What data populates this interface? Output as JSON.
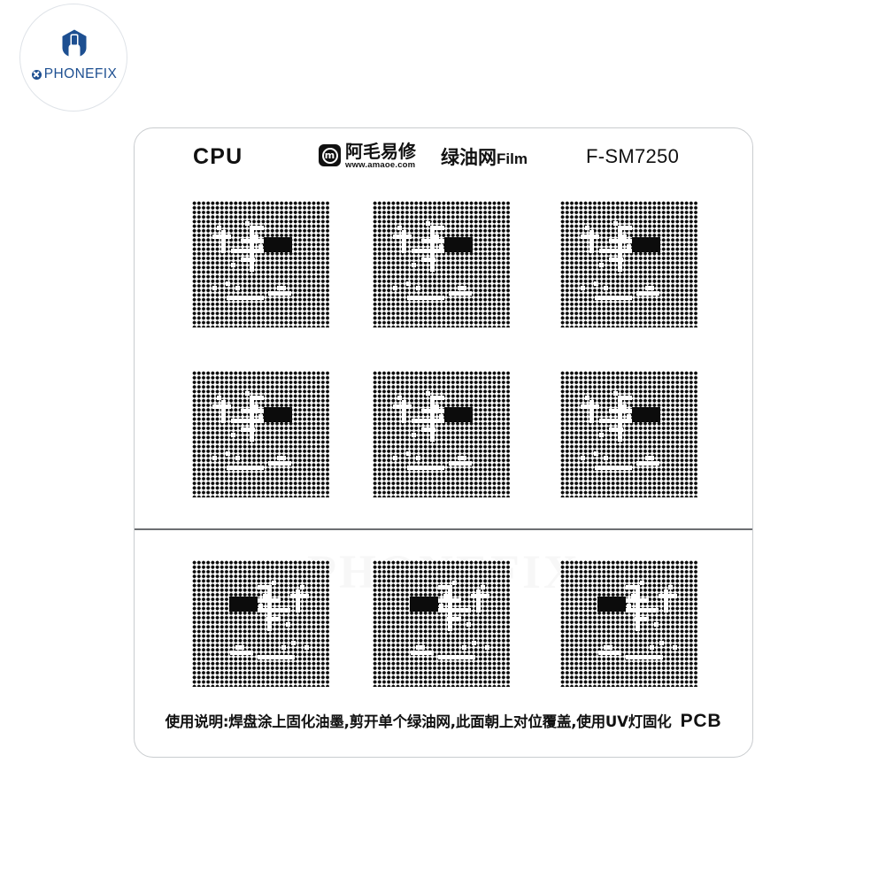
{
  "brand": {
    "name": "PHONEFIX",
    "logo_icon": "phonefix-hexagon-phone-logo",
    "mark_icon": "circle-x-icon",
    "accent_color": "#1d4f91"
  },
  "card": {
    "header": {
      "category": "CPU",
      "vendor_icon": "amaoe-square-logo-icon",
      "vendor_mark_letter": "m",
      "vendor_name_cn": "阿毛易修",
      "vendor_url": "www.amaoe.com",
      "product_cn": "绿油网",
      "product_latin": "Film",
      "model": "F-SM7250"
    },
    "watermark": "PHONEFIX",
    "footer": {
      "instruction": "使用说明:焊盘涂上固化油墨,剪开单个绿油网,此面朝上对位覆盖,使用UV灯固化",
      "side_label": "PCB"
    },
    "divider_color": "#6c6f72",
    "border_color": "#c9cccf",
    "stencil_dot_color": "#0c0c0c",
    "stencil_rows": [
      {
        "row_id": "row-1",
        "orientation": "pad-right",
        "blocks": [
          {
            "id": "cpu-stencil-1-1",
            "pad_label": ""
          },
          {
            "id": "cpu-stencil-1-2",
            "pad_label": ""
          },
          {
            "id": "cpu-stencil-1-3",
            "pad_label": ""
          }
        ]
      },
      {
        "row_id": "row-2",
        "orientation": "pad-right",
        "blocks": [
          {
            "id": "cpu-stencil-2-1",
            "pad_label": ""
          },
          {
            "id": "cpu-stencil-2-2",
            "pad_label": ""
          },
          {
            "id": "cpu-stencil-2-3",
            "pad_label": ""
          }
        ]
      },
      {
        "row_id": "row-3",
        "orientation": "pad-left",
        "blocks": [
          {
            "id": "cpu-stencil-3-1",
            "pad_label": ""
          },
          {
            "id": "cpu-stencil-3-2",
            "pad_label": ""
          },
          {
            "id": "cpu-stencil-3-3",
            "pad_label": ""
          }
        ]
      }
    ]
  }
}
